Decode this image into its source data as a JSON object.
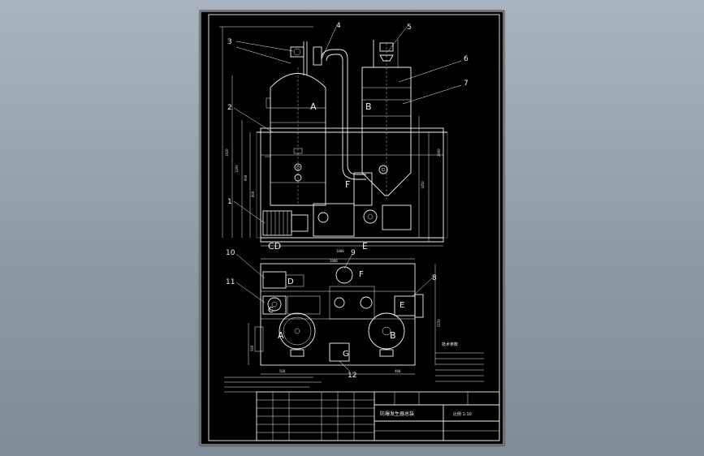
{
  "labels": {
    "A_top": "A",
    "B_top": "B",
    "F_top": "F",
    "CD": "CD",
    "E_bottom": "E",
    "D_plan": "D",
    "C_plan": "C",
    "F_plan": "F",
    "E_plan": "E",
    "A_plan": "A",
    "B_plan": "B",
    "G_plan": "G"
  },
  "callouts": [
    "1",
    "2",
    "3",
    "4",
    "5",
    "6",
    "7",
    "8",
    "9",
    "10",
    "11",
    "12"
  ],
  "dims": {
    "top_width": "1800",
    "plan_width": "1800",
    "plan_left": "560",
    "plan_right": "480",
    "height_total": "2800",
    "height_1920": "1920",
    "height_1200": "1200",
    "height_1450": "1450",
    "height_900": "900",
    "height_800": "800",
    "plan_depth": "2150",
    "depth_left": "500"
  },
  "title_block": {
    "drawing_name": "防爆发生器总装",
    "scale": "比例 1:10",
    "tech_title": "技术参数"
  },
  "colors": {
    "background": "#8e9aa8",
    "sheet": "#000000",
    "lines": "#f2f2f2"
  }
}
